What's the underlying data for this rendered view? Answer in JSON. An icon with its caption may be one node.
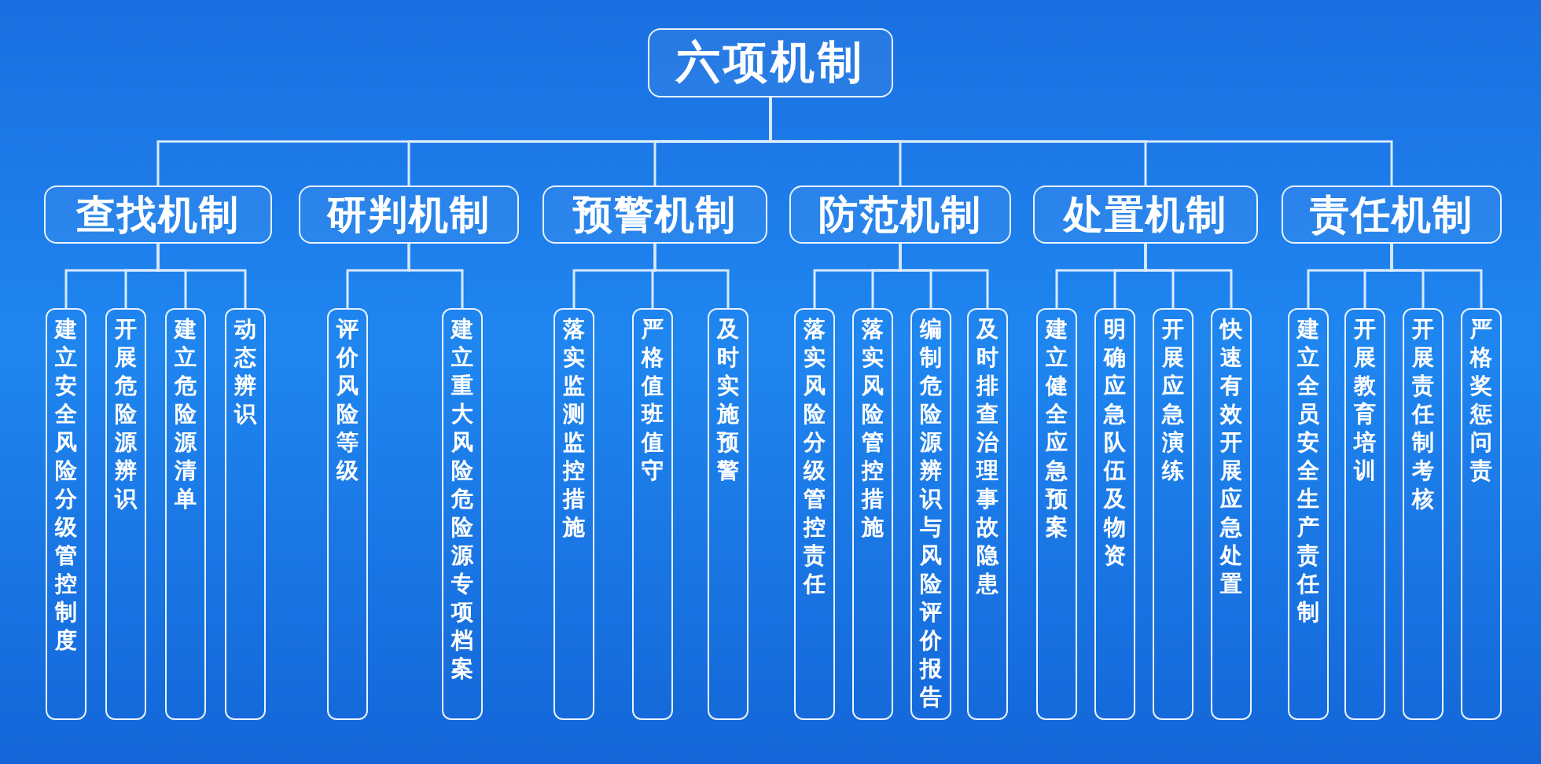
{
  "diagram": {
    "nodes": [
      {
        "text": [
          "六项机制"
        ]
      },
      {
        "text": [
          "查找机制"
        ]
      },
      {
        "text": [
          "研判机制"
        ]
      },
      {
        "text": [
          "预警机制"
        ]
      },
      {
        "text": [
          "防范机制"
        ]
      },
      {
        "text": [
          "处置机制"
        ]
      },
      {
        "text": [
          "责任机制"
        ]
      },
      {
        "text": [
          "建立安全风险分级管控制度"
        ]
      },
      {
        "text": [
          "开展危险源辨识"
        ]
      },
      {
        "text": [
          "建立危险源清单"
        ]
      },
      {
        "text": [
          "动态辨识"
        ]
      },
      {
        "text": [
          "评价风险等级"
        ]
      },
      {
        "text": [
          "建立重大风险危险源专项档案"
        ]
      },
      {
        "text": [
          "落实监测监控措施"
        ]
      },
      {
        "text": [
          "严格值班值守"
        ]
      },
      {
        "text": [
          "及时实施预警"
        ]
      },
      {
        "text": [
          "落实风险分级管控责任"
        ]
      },
      {
        "text": [
          "落实风险管控措施"
        ]
      },
      {
        "text": [
          "编制危险源辨识与风险评价报告"
        ]
      },
      {
        "text": [
          "及时排查治理事故隐患"
        ]
      },
      {
        "text": [
          "建立健全应急预案"
        ]
      },
      {
        "text": [
          "明确应急队伍及物资"
        ]
      },
      {
        "text": [
          "开展应急演练"
        ]
      },
      {
        "text": [
          "快速有效开展应急处置"
        ]
      },
      {
        "text": [
          "建立全员安全生产责任制"
        ]
      },
      {
        "text": [
          "开展教育培训"
        ]
      },
      {
        "text": [
          "开展责任制考核"
        ]
      },
      {
        "text": [
          "严格奖惩问责"
        ]
      }
    ],
    "edges": [
      {
        "from": 0,
        "to": 1,
        "arrow": "none"
      },
      {
        "from": 0,
        "to": 2,
        "arrow": "none"
      },
      {
        "from": 0,
        "to": 3,
        "arrow": "none"
      },
      {
        "from": 0,
        "to": 4,
        "arrow": "none"
      },
      {
        "from": 0,
        "to": 5,
        "arrow": "none"
      },
      {
        "from": 0,
        "to": 6,
        "arrow": "none"
      },
      {
        "from": 1,
        "to": 7,
        "arrow": "none"
      },
      {
        "from": 1,
        "to": 8,
        "arrow": "none"
      },
      {
        "from": 1,
        "to": 9,
        "arrow": "none"
      },
      {
        "from": 1,
        "to": 10,
        "arrow": "none"
      },
      {
        "from": 2,
        "to": 11,
        "arrow": "none"
      },
      {
        "from": 2,
        "to": 12,
        "arrow": "none"
      },
      {
        "from": 3,
        "to": 13,
        "arrow": "none"
      },
      {
        "from": 3,
        "to": 14,
        "arrow": "none"
      },
      {
        "from": 3,
        "to": 15,
        "arrow": "none"
      },
      {
        "from": 4,
        "to": 16,
        "arrow": "none"
      },
      {
        "from": 4,
        "to": 17,
        "arrow": "none"
      },
      {
        "from": 4,
        "to": 18,
        "arrow": "none"
      },
      {
        "from": 4,
        "to": 19,
        "arrow": "none"
      },
      {
        "from": 5,
        "to": 20,
        "arrow": "none"
      },
      {
        "from": 5,
        "to": 21,
        "arrow": "none"
      },
      {
        "from": 5,
        "to": 22,
        "arrow": "none"
      },
      {
        "from": 5,
        "to": 23,
        "arrow": "none"
      },
      {
        "from": 6,
        "to": 24,
        "arrow": "none"
      },
      {
        "from": 6,
        "to": 25,
        "arrow": "none"
      },
      {
        "from": 6,
        "to": 26,
        "arrow": "none"
      },
      {
        "from": 6,
        "to": 27,
        "arrow": "none"
      }
    ]
  }
}
